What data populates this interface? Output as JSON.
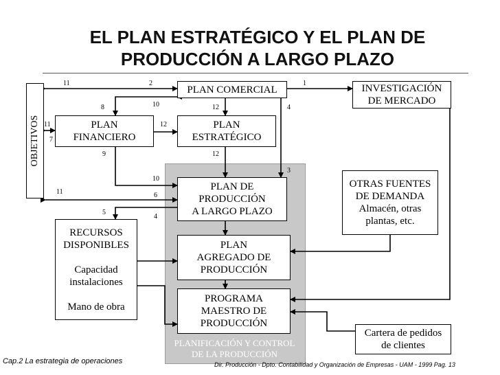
{
  "title": "EL PLAN ESTRATÉGICO Y EL PLAN DE PRODUCCIÓN A LARGO PLAZO",
  "boxes": {
    "objetivos": "OBJETIVOS",
    "plan_comercial": "PLAN COMERCIAL",
    "investigacion": [
      "INVESTIGACIÓN",
      "DE MERCADO"
    ],
    "plan_financiero": [
      "PLAN",
      "FINANCIERO"
    ],
    "plan_estrategico": [
      "PLAN",
      "ESTRATÉGICO"
    ],
    "plan_produccion": [
      "PLAN DE",
      "PRODUCCIÓN",
      "A LARGO PLAZO"
    ],
    "otras_fuentes": [
      "OTRAS FUENTES",
      "DE DEMANDA",
      "Almacén, otras",
      "plantas, etc."
    ],
    "recursos": [
      "RECURSOS",
      "DISPONIBLES",
      "",
      "Capacidad",
      "instalaciones",
      "",
      "Mano de obra"
    ],
    "plan_agregado": [
      "PLAN",
      "AGREGADO DE",
      "PRODUCCIÓN"
    ],
    "programa_maestro": [
      "PROGRAMA",
      "MAESTRO DE",
      "PRODUCCIÓN"
    ],
    "cartera": [
      "Cartera de pedidos",
      "de clientes"
    ]
  },
  "panel_label": [
    "PLANIFICACIÓN Y CONTROL",
    "DE LA PRODUCCIÓN"
  ],
  "flow_numbers": [
    "11",
    "2",
    "1",
    "8",
    "10",
    "12",
    "4",
    "11",
    "7",
    "12",
    "9",
    "12",
    "3",
    "10",
    "11",
    "6",
    "5",
    "4"
  ],
  "footer": {
    "left": "Cap.2 La estrategia de operaciones",
    "right": "Dir. Producción - Dpto. Contabilidad y Organización de Empresas - UAM - 1999   Pag. 13"
  }
}
